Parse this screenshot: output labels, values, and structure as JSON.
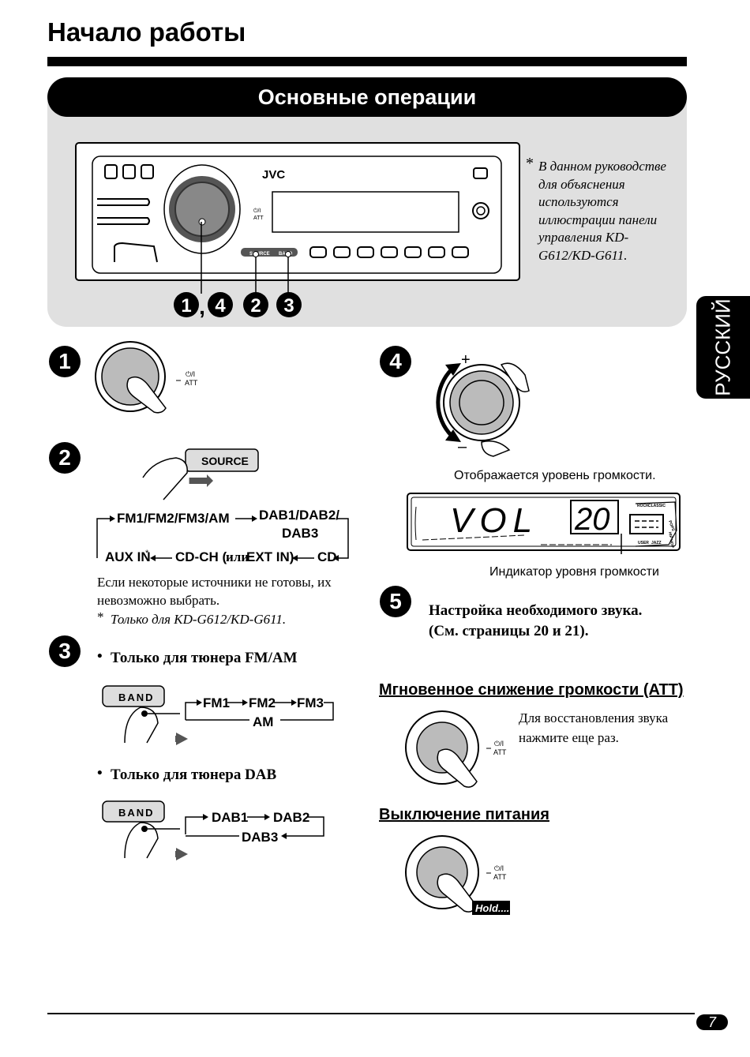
{
  "header": {
    "page_title": "Начало работы",
    "banner": "Основные операции"
  },
  "side_tab": "РУССКИЙ",
  "panel": {
    "brand": "JVC",
    "source_label": "SOURCE",
    "band_label": "BAND",
    "power_label_top": "⏻/I",
    "power_label_bottom": "ATT",
    "callouts": [
      "1",
      ",",
      "4",
      "2",
      "3"
    ],
    "note_star": "*",
    "note": "В данном руководстве для объяснения используются иллюстрации панели управления KD-G612/KD-G611."
  },
  "step1": {
    "num": "1",
    "knob_label_top": "⏻/I",
    "knob_label_bottom": "ATT"
  },
  "step2": {
    "num": "2",
    "source_button": "SOURCE",
    "flow_row1": [
      "FM1/FM2/FM3/AM",
      "DAB1/DAB2/",
      "DAB3"
    ],
    "flow_row2": [
      "AUX IN",
      "*",
      "CD-CH (",
      "или",
      " EXT IN)",
      "CD"
    ],
    "note": "Если некоторые источники не готовы, их невозможно выбрать.",
    "footnote_star": "*",
    "footnote": "Только для KD-G612/KD-G611."
  },
  "step3": {
    "num": "3",
    "fm_heading": "Только для тюнера FM/AM",
    "band_button": "BAND",
    "fm_flow": [
      "FM1",
      "FM2",
      "FM3",
      "AM"
    ],
    "dab_heading": "Только для тюнера DAB",
    "dab_flow": [
      "DAB1",
      "DAB2",
      "DAB3"
    ]
  },
  "step4": {
    "num": "4",
    "plus": "+",
    "minus": "–",
    "display_caption": "Отображается уровень громкости.",
    "display_text": "VOL",
    "display_value": "20",
    "display_badges": [
      "ROCK",
      "CLASSIC",
      "POPS",
      "USER",
      "JAZZ",
      "HIP HOP"
    ],
    "indicator_caption": "Индикатор уровня громкости"
  },
  "step5": {
    "num": "5",
    "line1": "Настройка необходимого звука.",
    "line2": "(См. страницы 20 и 21)."
  },
  "att_section": {
    "heading": "Мгновенное снижение громкости (ATT)",
    "text": "Для восстановления звука нажмите еще раз.",
    "knob_label_top": "⏻/I",
    "knob_label_bottom": "ATT"
  },
  "power_section": {
    "heading": "Выключение питания",
    "knob_label_top": "⏻/I",
    "knob_label_bottom": "ATT",
    "hold": "Hold...."
  },
  "footer": {
    "page_number": "7"
  }
}
